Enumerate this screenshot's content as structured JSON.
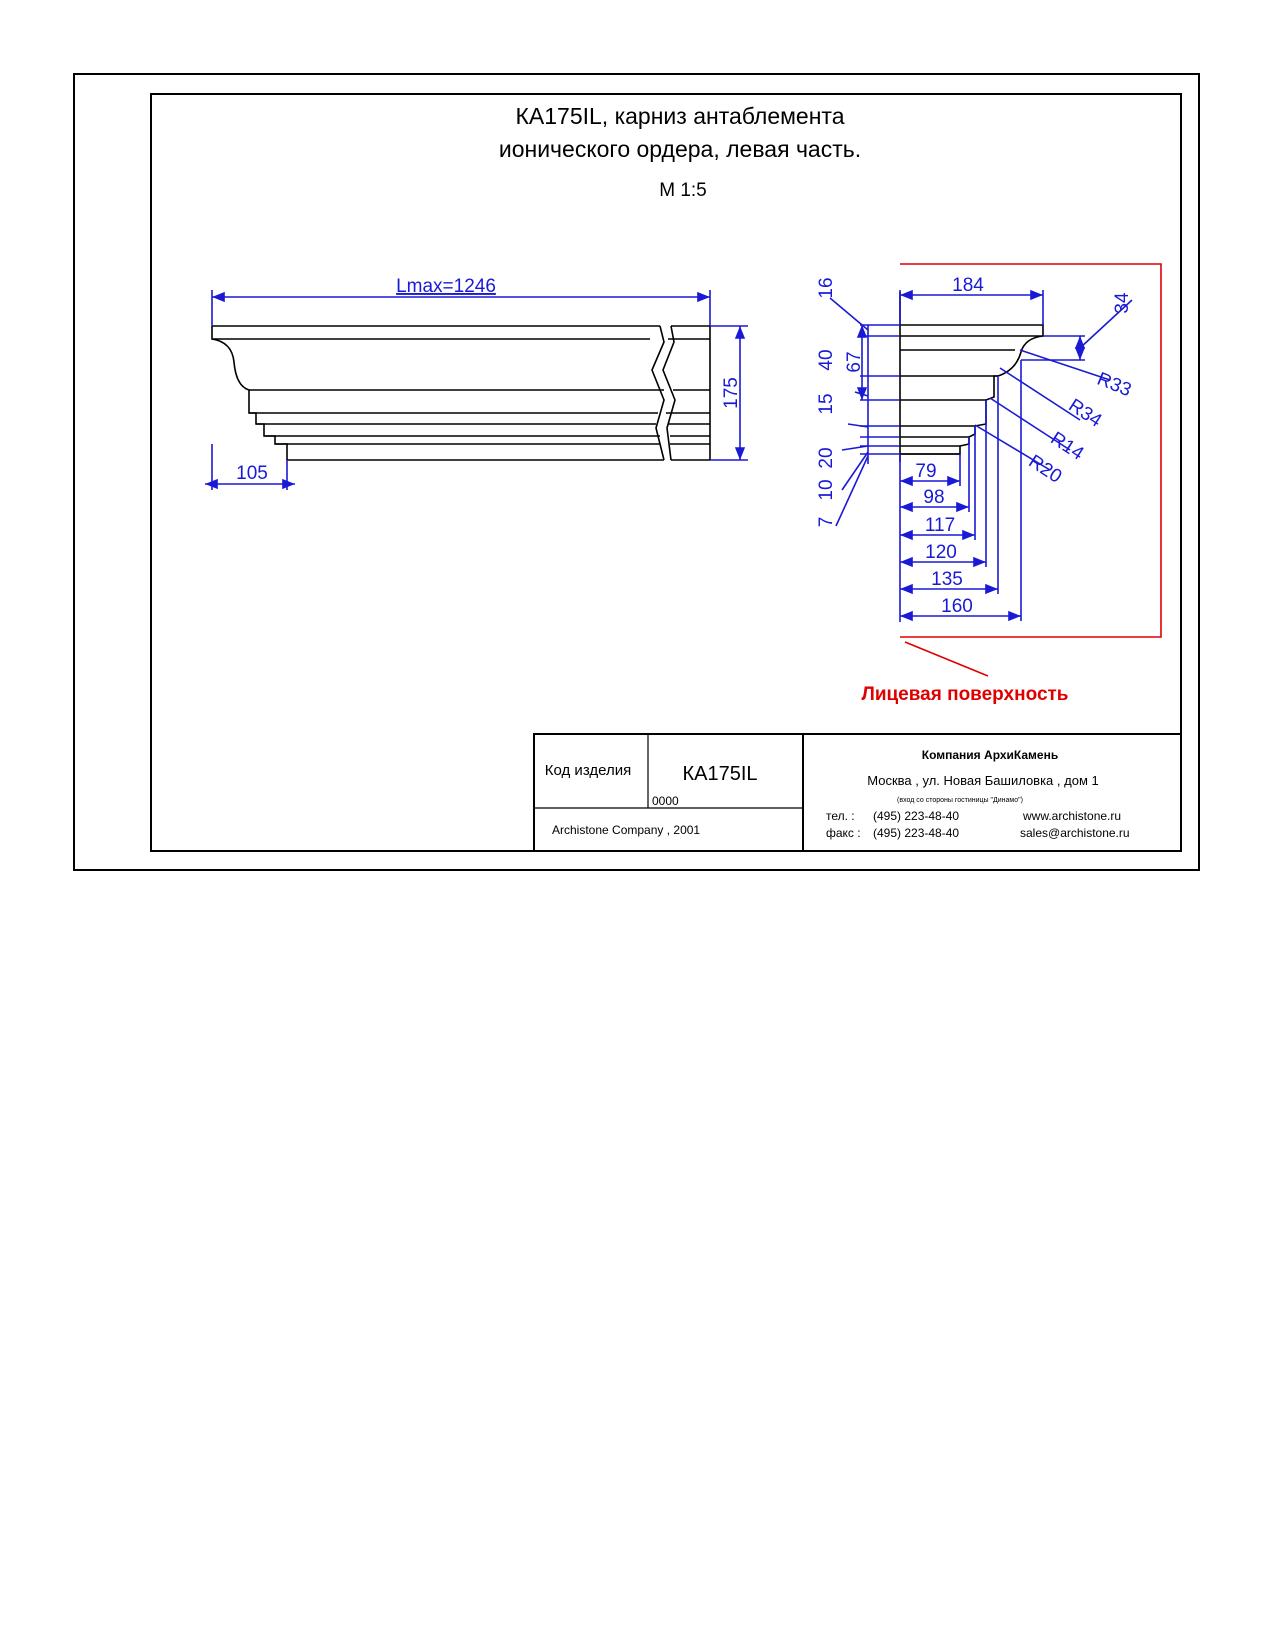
{
  "title": {
    "line1": "КА175IL, карниз антаблемента",
    "line2": "ионического ордера, левая часть.",
    "scale": "М 1:5"
  },
  "front_view": {
    "length_label": "Lmax=1246",
    "height_label": "175",
    "base_label": "105"
  },
  "profile_view": {
    "top_width": "184",
    "left_dims": [
      "16",
      "40",
      "67",
      "15",
      "20",
      "10",
      "7"
    ],
    "right_dims": [
      "34"
    ],
    "radii": [
      "R33",
      "R34",
      "R14",
      "R20"
    ],
    "bottom_dims": [
      "79",
      "98",
      "117",
      "120",
      "135",
      "160"
    ],
    "face_surface_label": "Лицевая поверхность"
  },
  "title_block": {
    "code_label": "Код изделия",
    "code_value": "КА175IL",
    "number": "0000",
    "copyright": "Archistone  Company ,  2001",
    "company": "Компания  АрхиКамень",
    "address": "Москва , ул. Новая Башиловка , дом 1",
    "address_note": "(вход со стороны гостиницы \"Динамо\")",
    "tel_label": "тел.   :",
    "tel": "(495) 223-48-40",
    "fax_label": "факс :",
    "fax": "(495) 223-48-40",
    "web": "www.archistone.ru",
    "email": "sales@archistone.ru"
  },
  "colors": {
    "dimension": "#1a1ad6",
    "face_surface": "#e00000",
    "outline": "#000000"
  }
}
